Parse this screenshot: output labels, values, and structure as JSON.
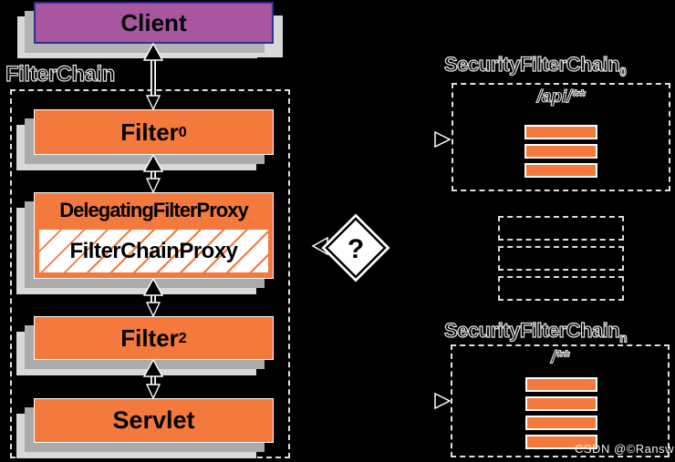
{
  "colors": {
    "background": "#000000",
    "box_orange": "#f4793c",
    "client_purple": "#a7569f",
    "client_border_blue": "#2f3193",
    "shadow_dark": "#ababab",
    "shadow_light": "#d9d9d9",
    "outline_text": "#e4e4e4"
  },
  "client_box": {
    "label": "Client"
  },
  "filter_chain_group": {
    "label": "FilterChain"
  },
  "filter_0_box": {
    "label": "Filter",
    "subscript": "0"
  },
  "delegating_filter_proxy_box": {
    "label": "DelegatingFilterProxy"
  },
  "filter_chain_proxy_box": {
    "label": "FilterChainProxy"
  },
  "filter_2_box": {
    "label": "Filter",
    "subscript": "2"
  },
  "servlet_box": {
    "label": "Servlet"
  },
  "decision_diamond": {
    "label": "?"
  },
  "security_filter_chain_0": {
    "label": "SecurityFilterChain",
    "subscript": "0",
    "url_pattern": "/api/**",
    "filter_count": 3
  },
  "ellipsis_chains": {
    "count": 3
  },
  "security_filter_chain_n": {
    "label": "SecurityFilterChain",
    "subscript": "n",
    "url_pattern": "/**",
    "filter_count": 4
  },
  "watermark": {
    "text": "CSDN @©Ransw"
  }
}
